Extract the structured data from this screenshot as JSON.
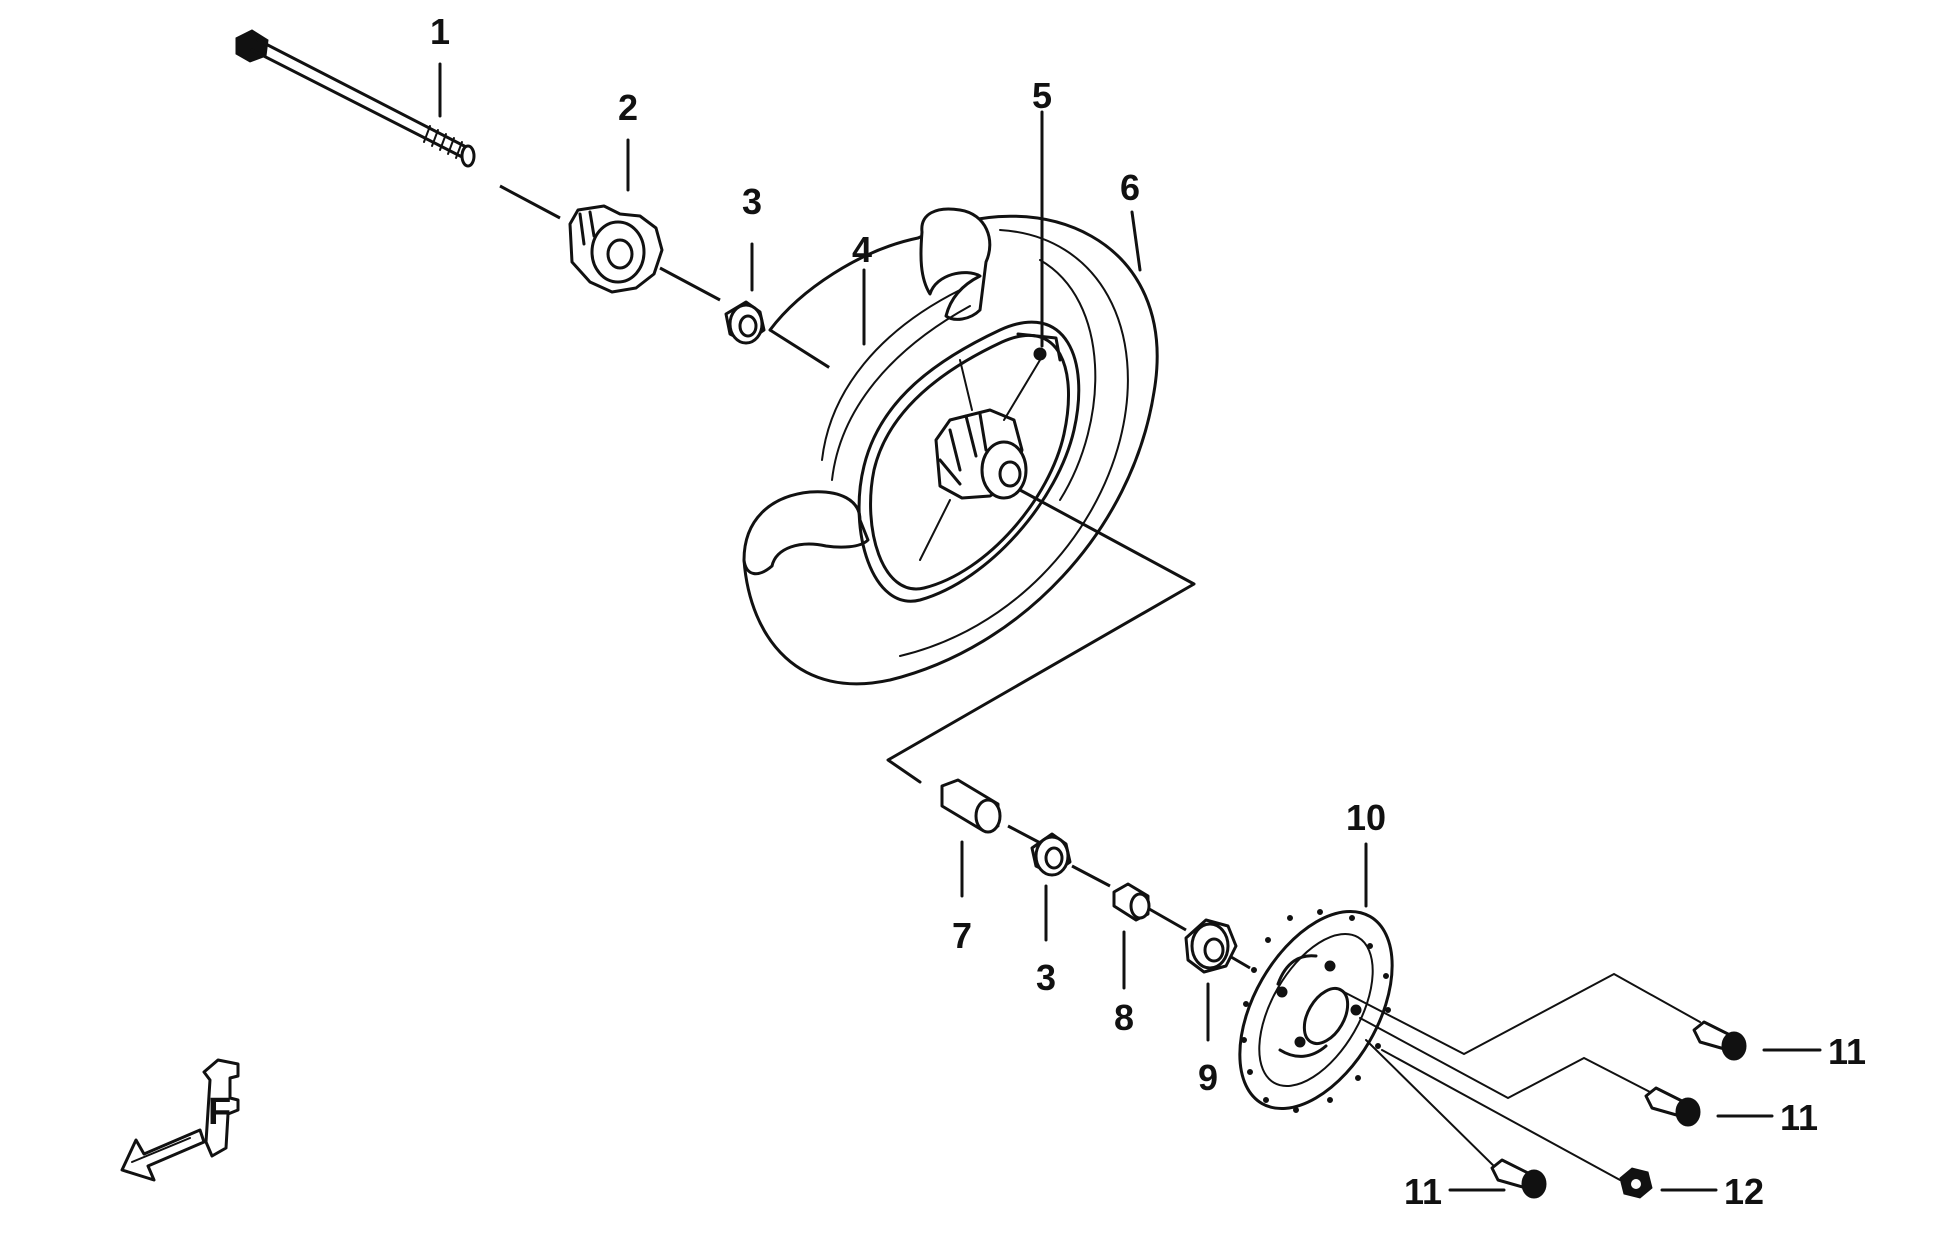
{
  "diagram": {
    "callouts": [
      {
        "id": "c1",
        "label": "1"
      },
      {
        "id": "c2",
        "label": "2"
      },
      {
        "id": "c3a",
        "label": "3"
      },
      {
        "id": "c4",
        "label": "4"
      },
      {
        "id": "c5",
        "label": "5"
      },
      {
        "id": "c6",
        "label": "6"
      },
      {
        "id": "c7",
        "label": "7"
      },
      {
        "id": "c3b",
        "label": "3"
      },
      {
        "id": "c8",
        "label": "8"
      },
      {
        "id": "c9",
        "label": "9"
      },
      {
        "id": "c10",
        "label": "10"
      },
      {
        "id": "c11a",
        "label": "11"
      },
      {
        "id": "c11b",
        "label": "11"
      },
      {
        "id": "c11c",
        "label": "11"
      },
      {
        "id": "c12",
        "label": "12"
      }
    ],
    "front_marker_letter": "F"
  }
}
